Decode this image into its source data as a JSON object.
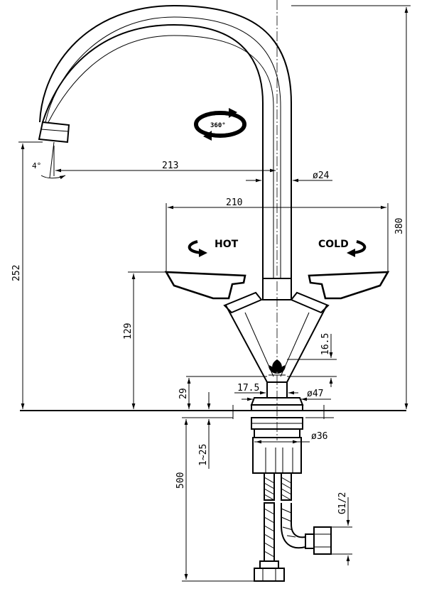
{
  "dimensions": {
    "total_height": "380",
    "spout_reach": "213",
    "spout_tilt": "4°",
    "spout_diameter": "ø24",
    "handle_span": "210",
    "outlet_height": "252",
    "handle_height": "129",
    "top_part": "16.5",
    "base_height": "29",
    "shank_width": "17.5",
    "base_diameter": "ø47",
    "nut_diameter": "ø36",
    "deck_range": "1~25",
    "hose_length": "500",
    "connector": "G1/2"
  },
  "labels": {
    "hot": "HOT",
    "cold": "COLD",
    "rotation": "360°"
  },
  "icons": [
    "rotate-360-icon",
    "hot-arrow-icon",
    "cold-arrow-icon",
    "flower-logo-icon"
  ]
}
